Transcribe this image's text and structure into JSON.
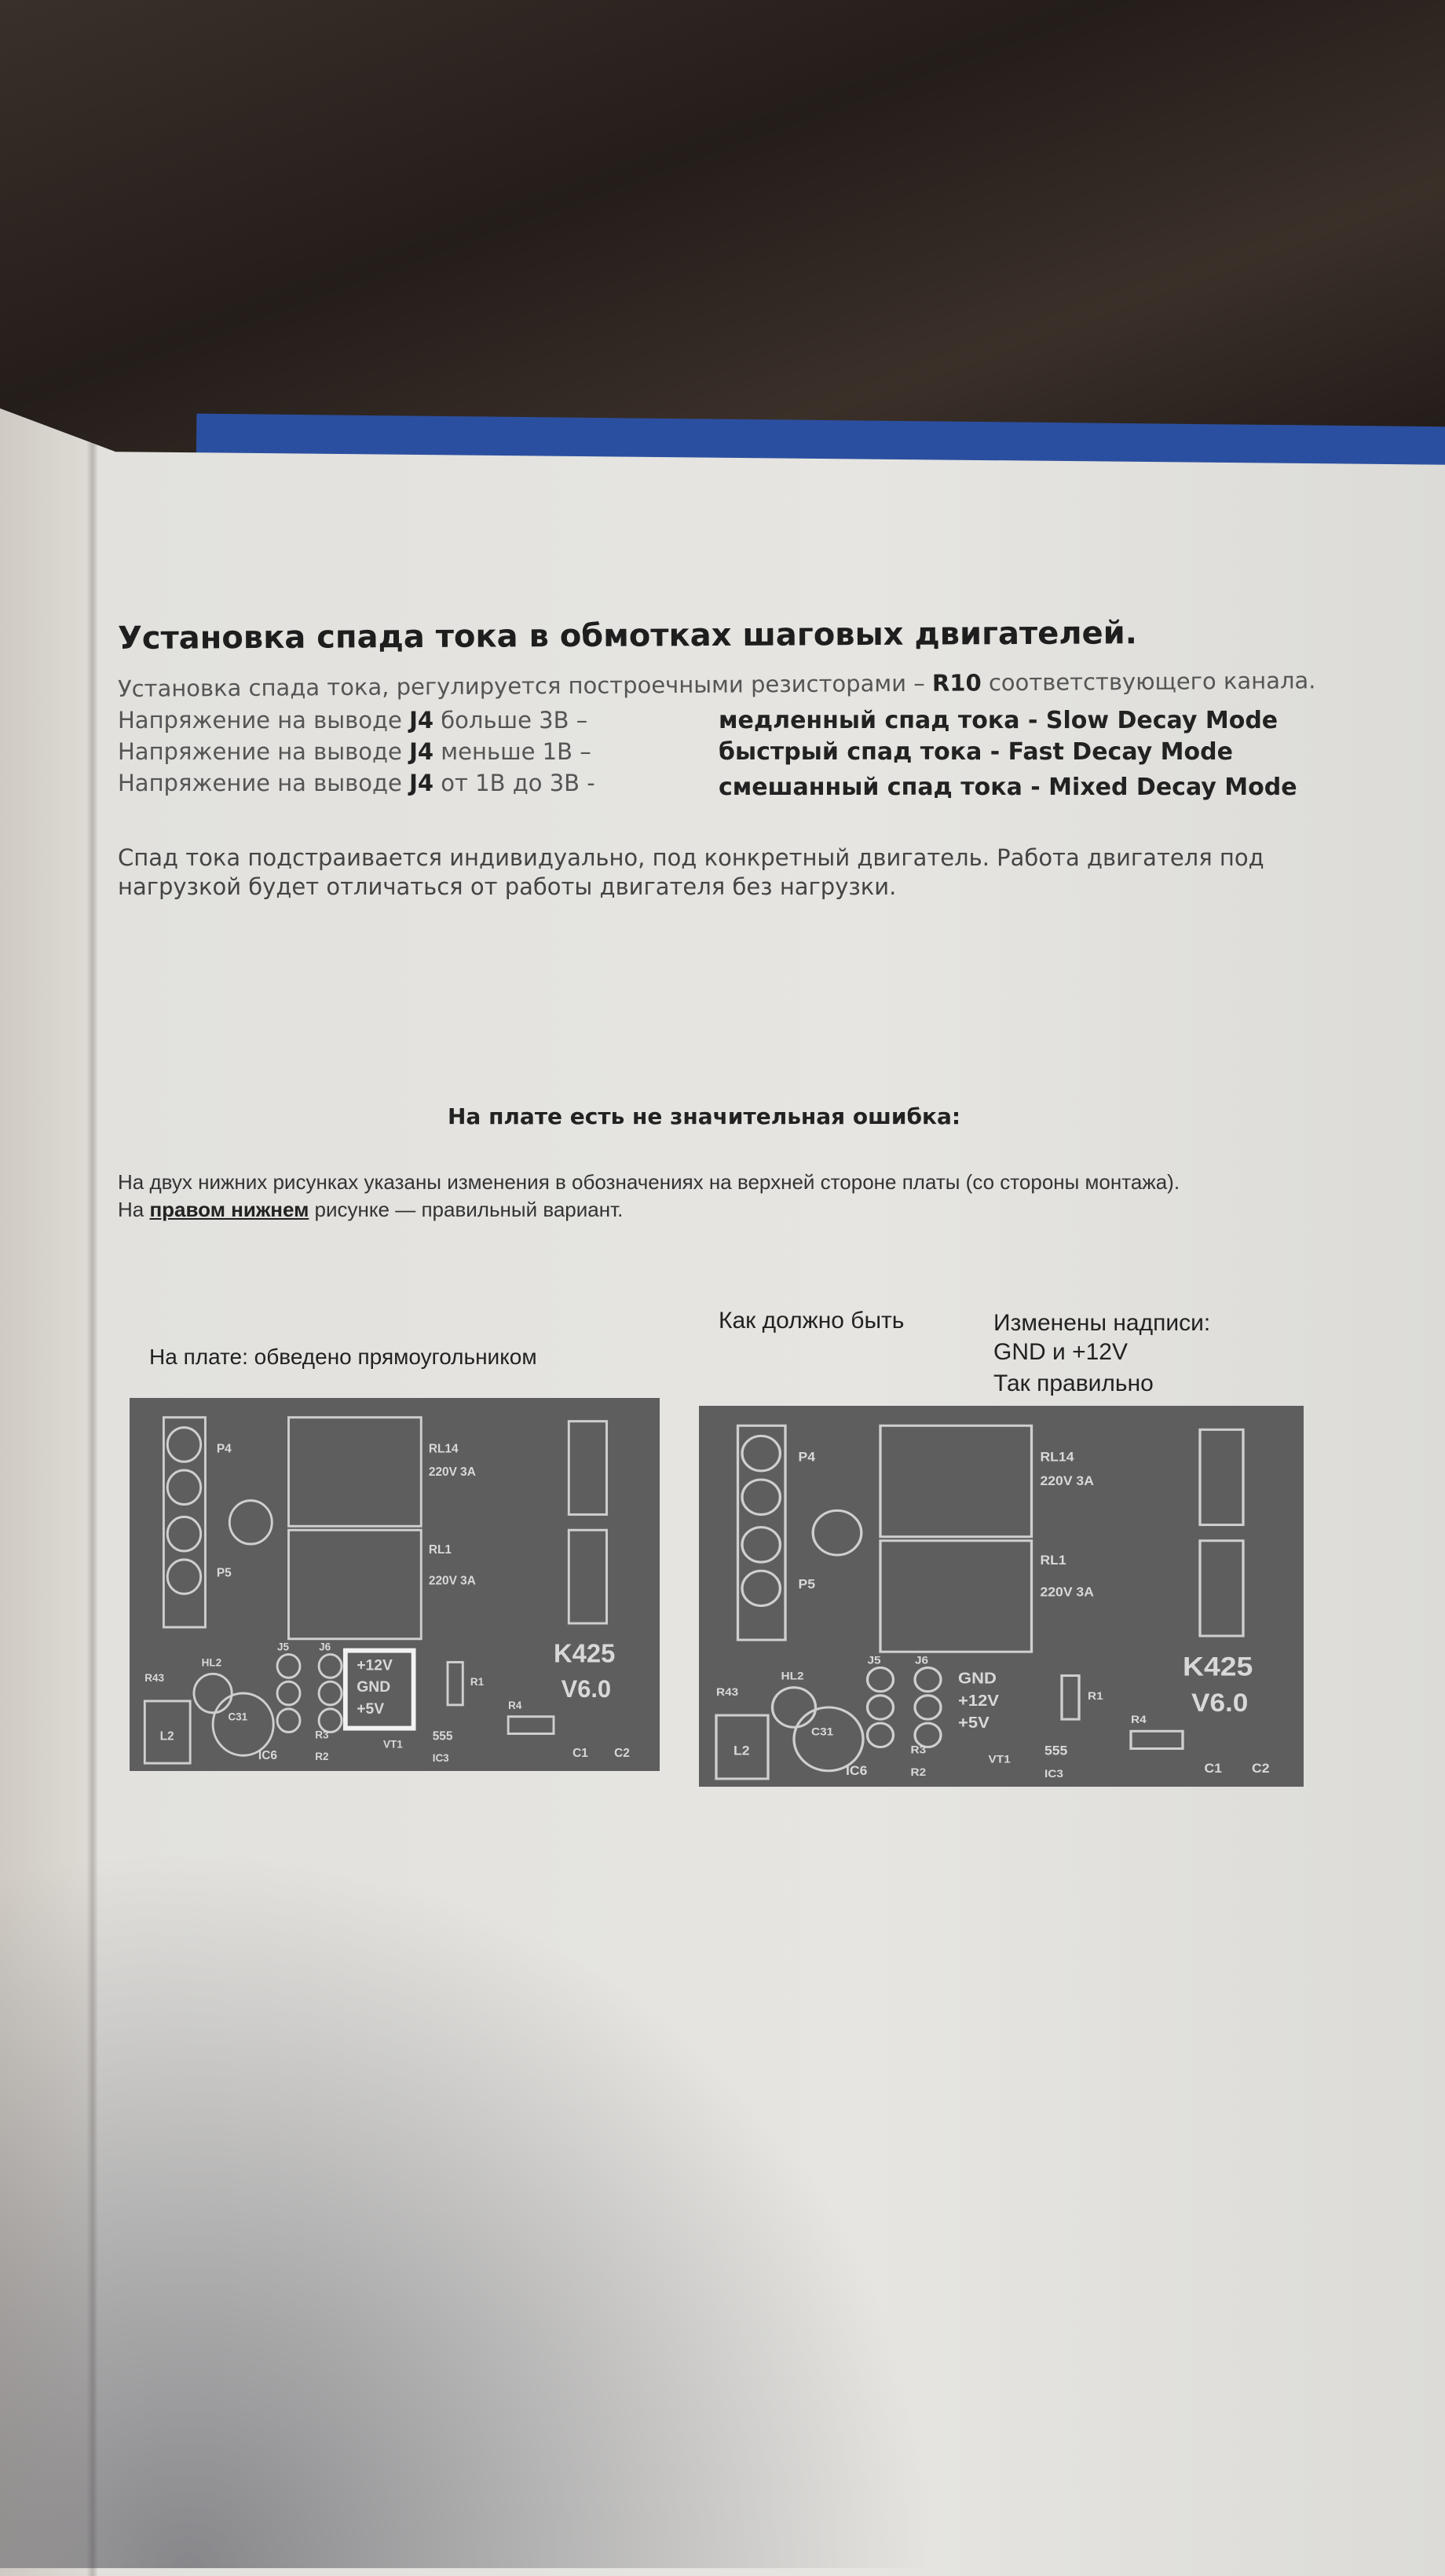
{
  "title": "Установка спада тока в обмотках шаговых двигателей.",
  "intro": {
    "pre": "Установка спада тока,  регулируется построечными резисторами – ",
    "bold": "R10",
    "post": " соответствующего канала."
  },
  "rules": [
    {
      "pre": "Напряжение на выводе ",
      "pin": "J4",
      "cond": " больше 3В –",
      "mode": "медленный спад тока - Slow Decay Mode"
    },
    {
      "pre": "Напряжение на выводе ",
      "pin": "J4",
      "cond": " меньше 1В –",
      "mode": "быстрый спад тока - Fast Decay Mode"
    },
    {
      "pre": "Напряжение на выводе ",
      "pin": "J4",
      "cond": " от 1В до 3В -",
      "mode": "смешанный спад тока - Mixed Decay Mode"
    }
  ],
  "note_lines": [
    "Спад тока подстраивается индивидуально, под конкретный двигатель. Работа двигателя под",
    "нагрузкой будет отличаться от работы двигателя без нагрузки."
  ],
  "error_heading": "На плате есть не значительная ошибка:",
  "error_line1": "На двух нижних рисунках указаны изменения в обозначениях на верхней стороне платы (со стороны монтажа).",
  "error_line2": {
    "pre": "На ",
    "bold": "правом нижнем",
    "post": " рисунке — правильный вариант."
  },
  "captions": {
    "left": "На плате: обведено прямоугольником",
    "middle": "Как должно быть",
    "right": [
      "Изменены надписи:",
      "GND и +12V",
      "Так правильно"
    ]
  },
  "pcb_left": {
    "labels": [
      "P4",
      "P5",
      "RL14",
      "220V 3A",
      "RL1",
      "220V 3A",
      "J5",
      "J6",
      "HL2",
      "R43",
      "C31",
      "L2",
      "IC6",
      "R3",
      "R2",
      "VT1",
      "555",
      "IC3",
      "R1",
      "R4",
      "C1",
      "C2"
    ],
    "power": [
      "+12V",
      "GND",
      "+5V"
    ],
    "model": "K425",
    "version": "V6.0"
  },
  "pcb_right": {
    "labels": [
      "P4",
      "P5",
      "RL14",
      "220V 3A",
      "RL1",
      "220V 3A",
      "J5",
      "J6",
      "HL2",
      "R43",
      "C31",
      "L2",
      "IC6",
      "R3",
      "R2",
      "VT1",
      "555",
      "IC3",
      "R1",
      "R4",
      "C1",
      "C2"
    ],
    "power": [
      "GND",
      "+12V",
      "+5V"
    ],
    "model": "K425",
    "version": "V6.0"
  }
}
